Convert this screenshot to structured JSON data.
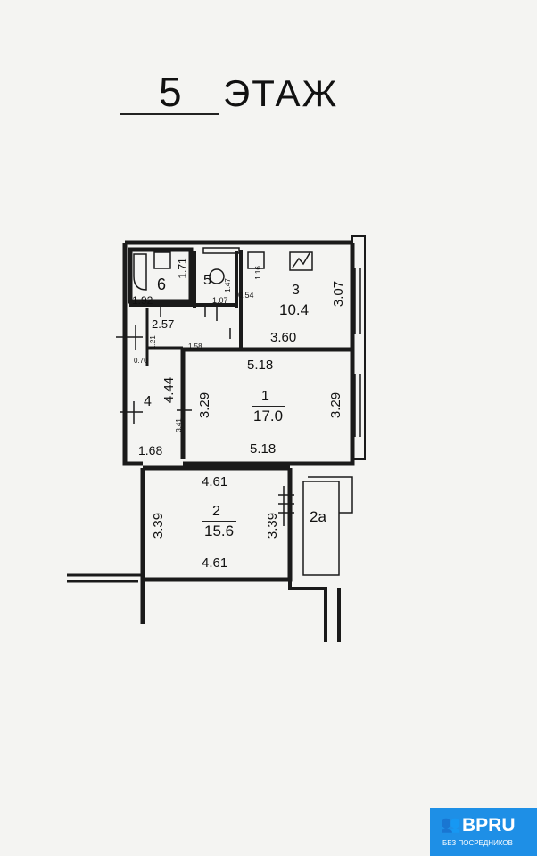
{
  "title": {
    "floor_number": "5",
    "floor_label": "ЭТАЖ"
  },
  "rooms": [
    {
      "id": "1",
      "area": "17.0",
      "dims": [
        "5.18",
        "5.18",
        "3.29",
        "3.29"
      ]
    },
    {
      "id": "2",
      "area": "15.6",
      "dims": [
        "4.61",
        "4.61",
        "3.39",
        "3.39"
      ]
    },
    {
      "id": "3",
      "area": "10.4",
      "dims": [
        "3.60",
        "3.07",
        "1.16",
        "0.54"
      ]
    },
    {
      "id": "4",
      "dims": [
        "4.44",
        "1.68",
        "3.41",
        "1.21",
        "0.70",
        "1.58",
        "2.57"
      ]
    },
    {
      "id": "5",
      "dims": [
        "1.07",
        "1.47"
      ]
    },
    {
      "id": "6",
      "dims": [
        "1.92",
        "1.71"
      ]
    },
    {
      "id": "2а"
    }
  ],
  "logo": {
    "name": "BPRU",
    "tagline": "БЕЗ ПОСРЕДНИКОВ",
    "color": "#1e8fe6"
  }
}
